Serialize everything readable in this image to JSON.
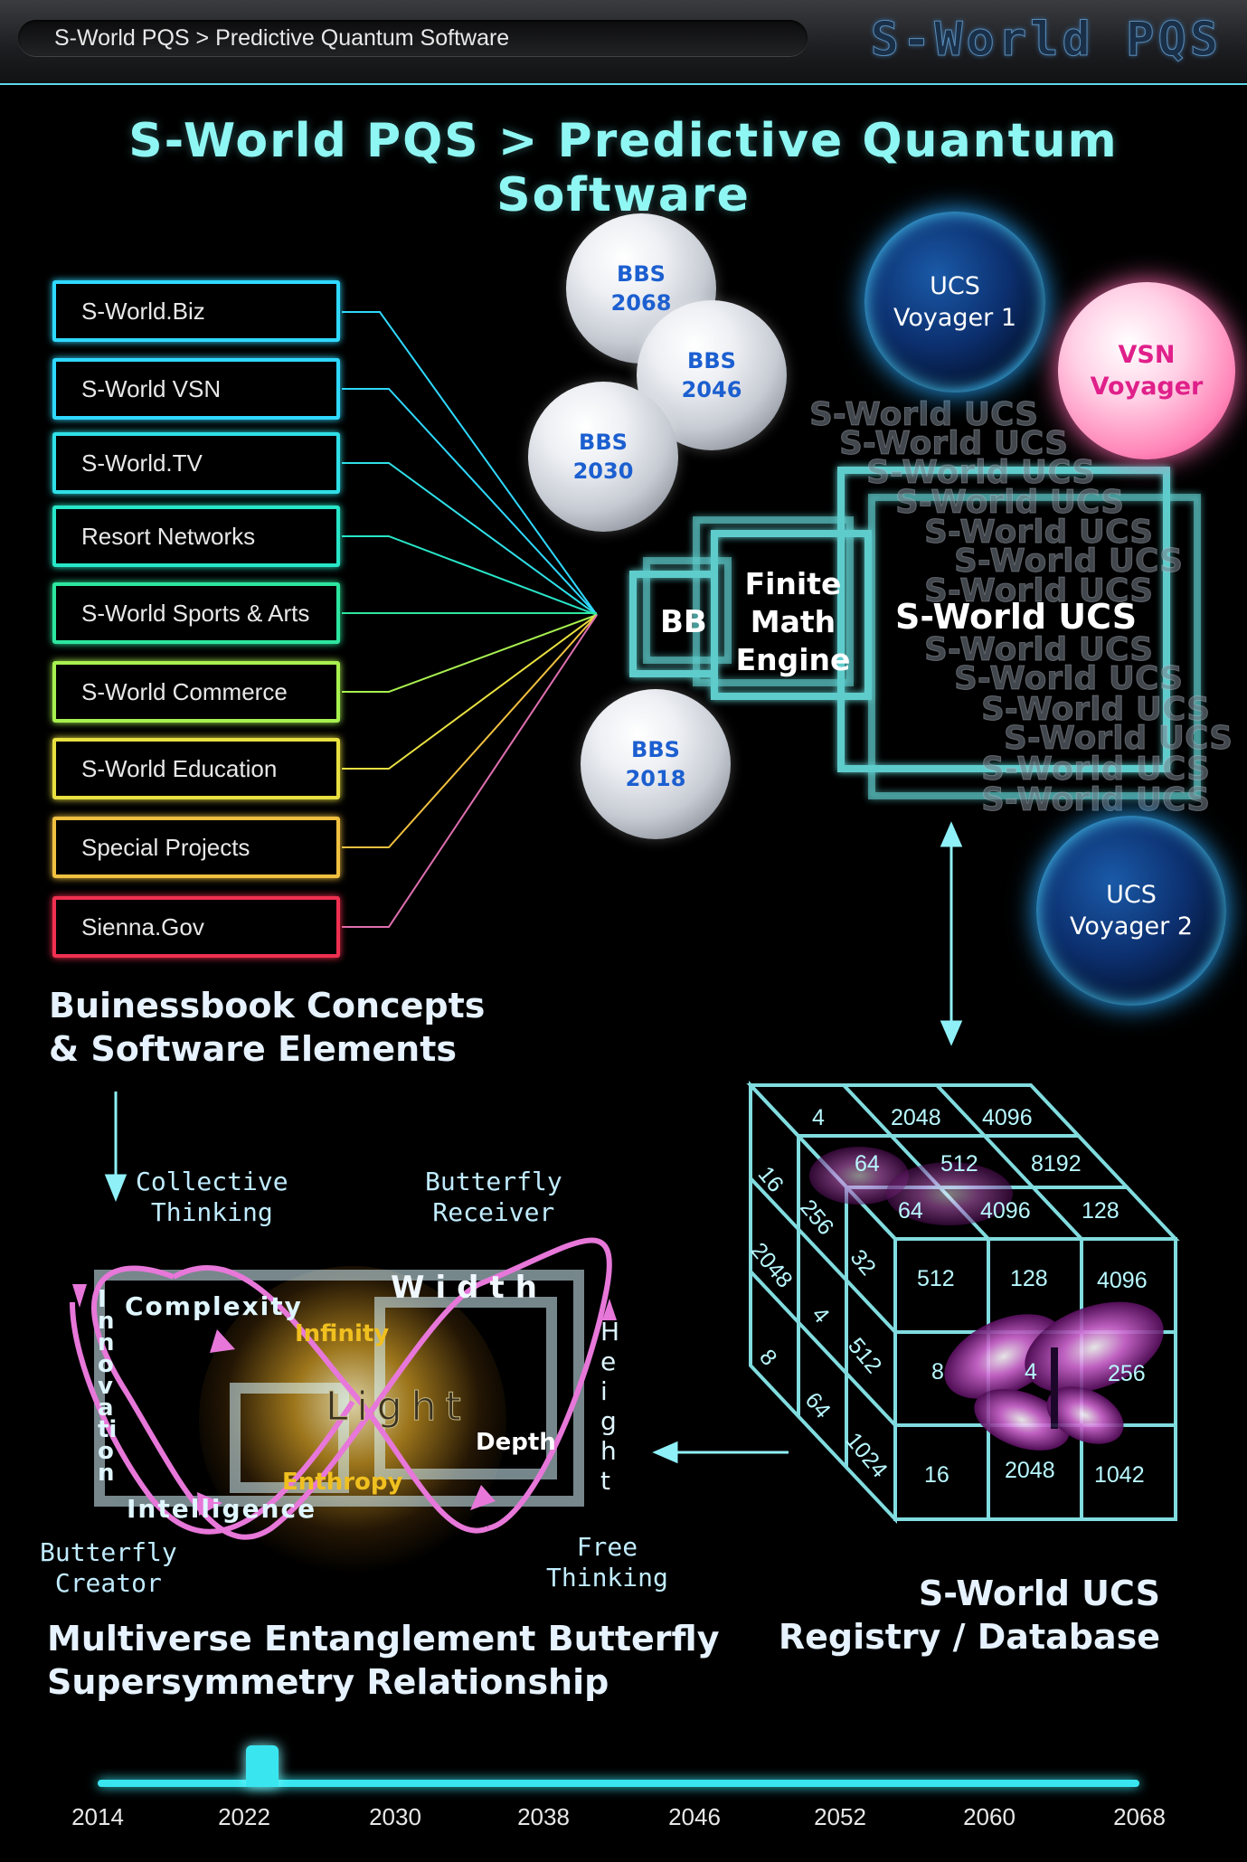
{
  "header": {
    "breadcrumb": "S-World PQS > Predictive Quantum Software",
    "brand": "S-World PQS"
  },
  "page_title": "S-World PQS > Predictive Quantum Software",
  "nav": {
    "items": [
      {
        "label": "S-World.Biz",
        "color": "#2fd8ff"
      },
      {
        "label": "S-World VSN",
        "color": "#2fd8ff"
      },
      {
        "label": "S-World.TV",
        "color": "#2fe0e8"
      },
      {
        "label": "Resort Networks",
        "color": "#28e6c8"
      },
      {
        "label": "S-World Sports & Arts",
        "color": "#2de6a0"
      },
      {
        "label": "S-World Commerce",
        "color": "#a8f050"
      },
      {
        "label": "S-World Education",
        "color": "#e8e040"
      },
      {
        "label": "Special Projects",
        "color": "#f0c040"
      },
      {
        "label": "Sienna.Gov",
        "color": "#f03050"
      }
    ],
    "heading_line1": "Buinessbook Concepts",
    "heading_line2": "& Software Elements"
  },
  "bubbles": {
    "bbs_2068": [
      "BBS",
      "2068"
    ],
    "bbs_2046": [
      "BBS",
      "2046"
    ],
    "bbs_2030": [
      "BBS",
      "2030"
    ],
    "bbs_2018": [
      "BBS",
      "2018"
    ]
  },
  "orbs": {
    "ucs_voyager_1": [
      "UCS",
      "Voyager 1"
    ],
    "vsn_voyager": [
      "VSN",
      "Voyager"
    ],
    "ucs_voyager_2": [
      "UCS",
      "Voyager 2"
    ]
  },
  "engine": {
    "bb": "BB",
    "finite_math": [
      "Finite",
      "Math",
      "Engine"
    ],
    "ucs_main": "S-World UCS",
    "ucs_repeat": "S-World UCS"
  },
  "cube": {
    "top": [
      "4",
      "2048",
      "4096",
      "64",
      "512",
      "8192",
      "64",
      "4096",
      "128"
    ],
    "front": [
      "512",
      "128",
      "4096",
      "8",
      "4",
      "256",
      "16",
      "2048",
      "1042"
    ],
    "side": [
      "16",
      "256",
      "32",
      "2048",
      "4",
      "512",
      "8",
      "64",
      "1024"
    ],
    "caption_line1": "S-World UCS",
    "caption_line2": "Registry / Database"
  },
  "butterfly": {
    "collective": [
      "Collective",
      "Thinking"
    ],
    "receiver": [
      "Butterfly",
      "Receiver"
    ],
    "creator": [
      "Butterfly",
      "Creator"
    ],
    "free": [
      "Free",
      "Thinking"
    ],
    "complexity": "Complexity",
    "width": "Width",
    "infinity": "Infinity",
    "light": "Light",
    "depth": "Depth",
    "enthropy": "Enthropy",
    "intelligence": "Intelligence",
    "innovation": "Innovation",
    "height": "Height",
    "heading_line1": "Multiverse Entanglement Butterfly",
    "heading_line2": "Supersymmetry Relationship"
  },
  "timeline": {
    "years": [
      "2014",
      "2022",
      "2030",
      "2038",
      "2046",
      "2052",
      "2060",
      "2068"
    ],
    "marker_year": "2022",
    "accent": "#39e6f0"
  }
}
